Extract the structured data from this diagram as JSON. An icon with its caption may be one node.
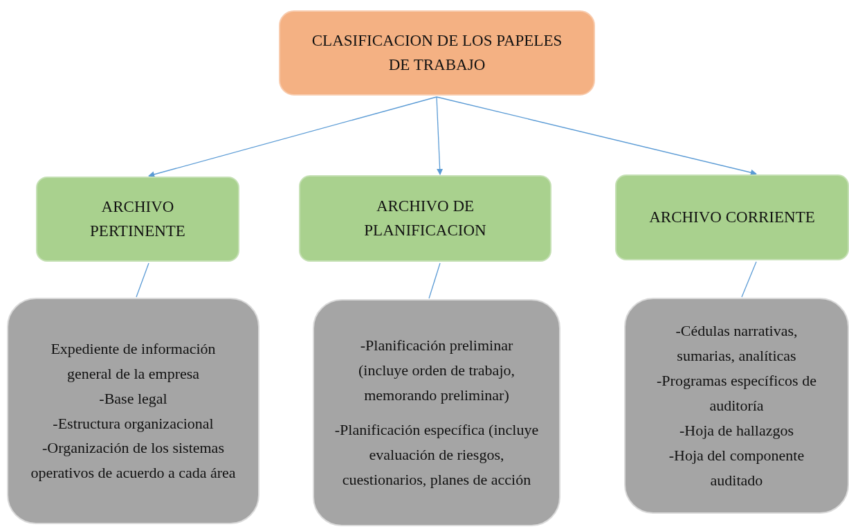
{
  "diagram": {
    "nodes": [
      {
        "text": [
          "CLASIFICACION DE LOS PAPELES DE TRABAJO"
        ]
      },
      {
        "text": [
          "ARCHIVO PERTINENTE"
        ]
      },
      {
        "text": [
          "ARCHIVO DE PLANIFICACION"
        ]
      },
      {
        "text": [
          "ARCHIVO CORRIENTE"
        ]
      },
      {
        "text": [
          "Expediente de información general de la empresa",
          "-Base legal",
          "-Estructura organizacional",
          "-Organización de los sistemas operativos de acuerdo a cada área"
        ]
      },
      {
        "text": [
          "-Planificación preliminar (incluye orden de trabajo, memorando preliminar)",
          "-Planificación específica (incluye evaluación de riesgos, cuestionarios, planes de acción"
        ]
      },
      {
        "text": [
          "-Cédulas narrativas, sumarias, analíticas",
          "-Programas específicos de auditoría",
          "-Hoja de hallazgos",
          "-Hoja del componente auditado"
        ]
      }
    ],
    "edges": [
      {
        "from": 0,
        "to": 1,
        "arrow": "to"
      },
      {
        "from": 0,
        "to": 2,
        "arrow": "to"
      },
      {
        "from": 0,
        "to": 3,
        "arrow": "to"
      },
      {
        "from": 1,
        "to": 4,
        "arrow": "none"
      },
      {
        "from": 2,
        "to": 5,
        "arrow": "none"
      },
      {
        "from": 3,
        "to": 6,
        "arrow": "none"
      }
    ]
  }
}
